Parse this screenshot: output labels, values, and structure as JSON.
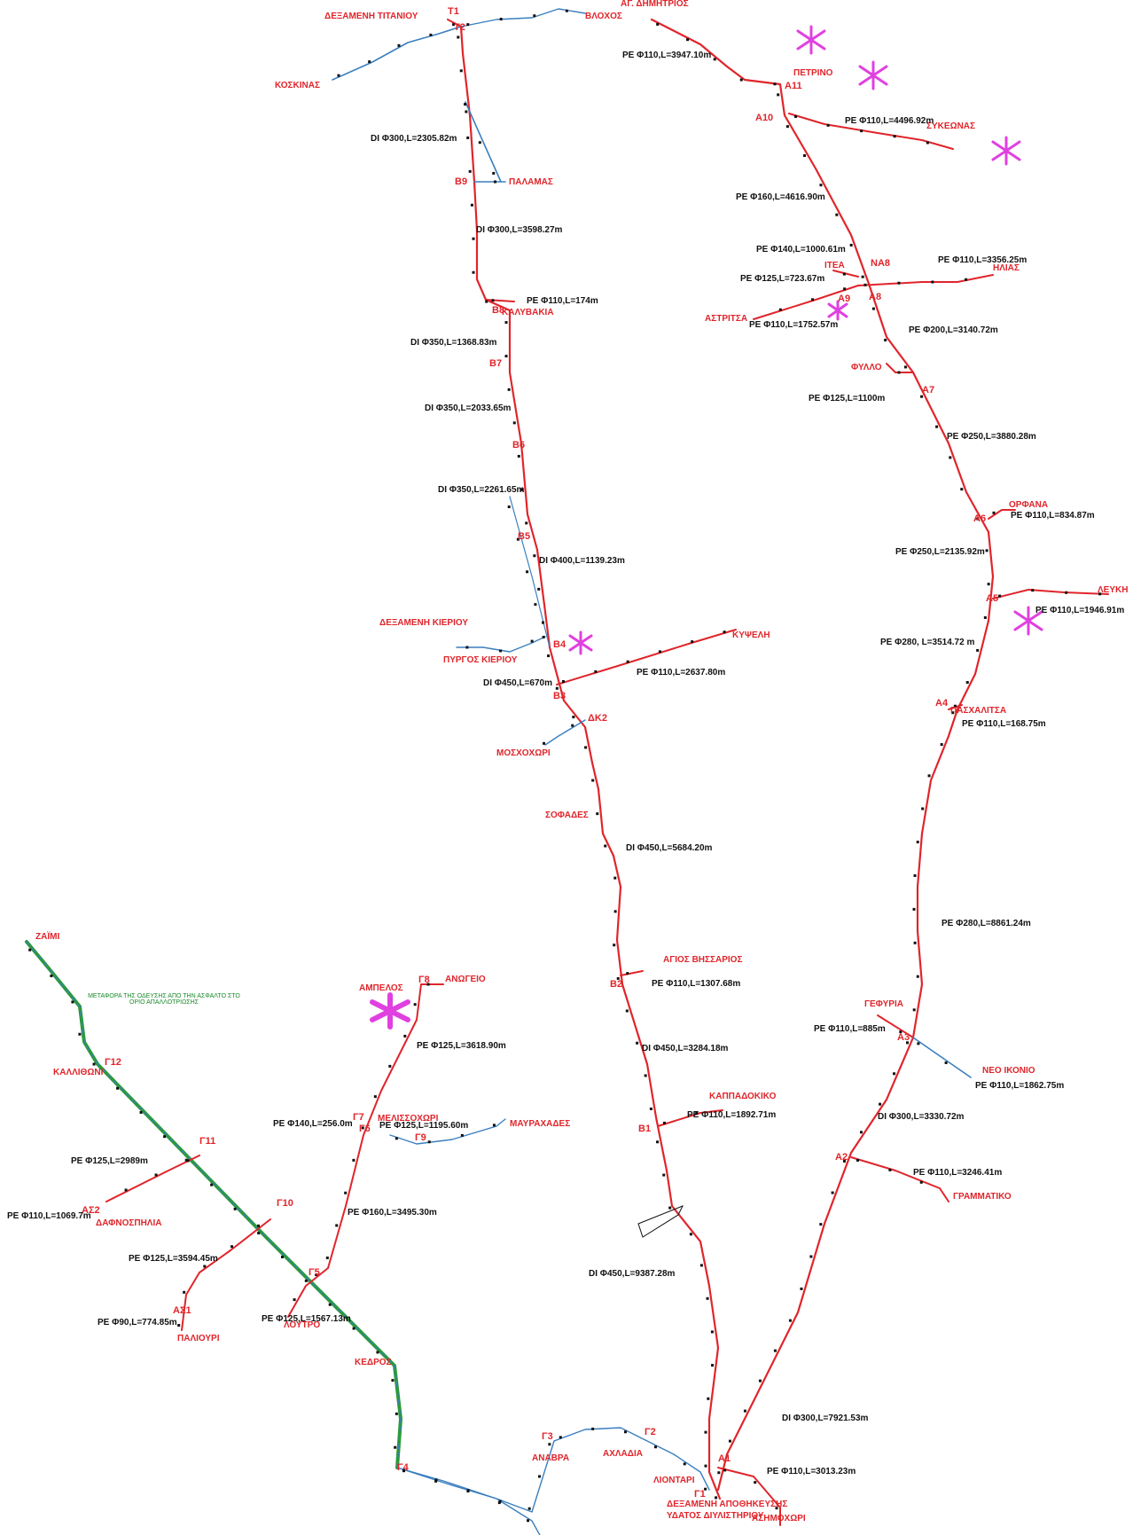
{
  "colors": {
    "pipe": "#e0252b",
    "pipe_secondary": "#3a7fbf",
    "relocation": "#2a9a35",
    "marker": "#e040e0",
    "text": "#111111",
    "label": "#e0252b"
  },
  "places": {
    "titanios_tank": "ΔΕΞΑΜΕΝΗ ΤΙΤΑΝΙΟΥ",
    "vlochos": "ΒΛΟΧΟΣ",
    "kosikinas": "ΚΟΣΚΙΝΑΣ",
    "palamas": "ΠΑΛΑΜΑΣ",
    "kalyvakia": "ΚΑΛΥΒΑΚΙΑ",
    "ag_dimitrios": "ΑΓ. ΔΗΜΗΤΡΙΟΣ",
    "petrino": "ΠΕΤΡΙΝΟ",
    "sykeonas": "ΣΥΚΕΩΝΑΣ",
    "itea": "ΙΤΕΑ",
    "ilias": "ΗΛΙΑΣ",
    "astritsa": "ΑΣΤΡΙΤΣΑ",
    "fyllo": "ΦΥΛΛΟ",
    "orfana": "ΟΡΦΑΝΑ",
    "lefki": "ΛΕΥΚΗ",
    "paschalitsa": "ΠΑΣΧΑΛΙΤΣΑ",
    "kierio_tank": "ΔΕΞΑΜΕΝΗ ΚΙΕΡΙΟΥ",
    "pyrgos_kieriou": "ΠΥΡΓΟΣ ΚΙΕΡΙΟΥ",
    "kypseli": "ΚΥΨΕΛΗ",
    "moschochori": "ΜΟΣΧΟΧΩΡΙ",
    "sofades": "ΣΟΦΑΔΕΣ",
    "agios_visarios": "ΑΓΙΟΣ ΒΗΣΣΑΡΙΟΣ",
    "kappadokiko": "ΚΑΠΠΑΔΟΚΙΚΟ",
    "gefyria": "ΓΕΦΥΡΙΑ",
    "neo_ikonio": "ΝΕΟ ΙΚΟΝΙΟ",
    "grammatiko": "ΓΡΑΜΜΑΤΙΚΟ",
    "zaimi": "ΖΑΪΜΙ",
    "kallithoni": "ΚΑΛΛΙΘΩΝΙ",
    "ampelos": "ΑΜΠΕΛΟΣ",
    "anogeio": "ΑΝΩΓΕΙΟ",
    "melissochori": "ΜΕΛΙΣΣΟΧΩΡΙ",
    "mavrachades": "ΜΑΥΡΑΧΑΔΕΣ",
    "dafnospilia": "ΔΑΦΝΟΣΠΗΛΙΑ",
    "loutro": "ΛΟΥΤΡΟ",
    "paliouri": "ΠΑΛΙΟΥΡΙ",
    "kedros": "ΚΕΔΡΟΣ",
    "anavra": "ΑΝΑΒΡΑ",
    "achladia": "ΑΧΛΑΔΙΑ",
    "liontari": "ΛΙΟΝΤΑΡΙ",
    "storage_tank_line1": "ΔΕΞΑΜΕΝΗ ΑΠΟΘΗΚΕΥΣΗΣ",
    "storage_tank_line2": "ΥΔΑΤΟΣ ΔΙΥΛΙΣΤΗΡΙΟΥ",
    "asimochori": "ΑΣΗΜΟΧΩΡΙ"
  },
  "nodes": {
    "t1": "T1",
    "t2": "T2",
    "b9": "B9",
    "b8": "B8",
    "b7": "B7",
    "b6": "B6",
    "b5": "B5",
    "b4": "B4",
    "b3": "B3",
    "b2": "B2",
    "b1": "B1",
    "dk2": "ΔΚ2",
    "a11": "A11",
    "a10": "A10",
    "na8": "NA8",
    "a9": "A9",
    "a8": "A8",
    "a7": "A7",
    "a6": "A6",
    "a5": "A5",
    "a4": "A4",
    "a3": "A3",
    "a2": "A2",
    "a1": "A1",
    "g1": "Γ1",
    "g2": "Γ2",
    "g3": "Γ3",
    "g4": "Γ4",
    "g5": "Γ5",
    "g6": "Γ6",
    "g7": "Γ7",
    "g8": "Γ8",
    "g9": "Γ9",
    "g10": "Γ10",
    "g11": "Γ11",
    "g12": "Γ12",
    "as1": "ΑΣ1",
    "as2": "ΑΣ2"
  },
  "pipes": {
    "b_titan_b9": "DI Φ300,L=2305.82m",
    "b_b9_b8": "DI Φ300,L=3598.27m",
    "b_kalyvakia": "PE Φ110,L=174m",
    "b_b8_b7": "DI Φ350,L=1368.83m",
    "b_b7_b6": "DI Φ350,L=2033.65m",
    "b_b6_b5": "DI Φ350,L=2261.65m",
    "b_b5_b4": "DI Φ400,L=1139.23m",
    "b_b4_b3": "DI Φ450,L=670m",
    "b_kypseli": "PE Φ110,L=2637.80m",
    "b_sofades": "DI Φ450,L=5684.20m",
    "b_agios_vis": "PE Φ110,L=1307.68m",
    "b_b2_b1": "DI Φ450,L=3284.18m",
    "b_kappadokiko": "PE Φ110,L=1892.71m",
    "b_b1_tank": "DI Φ450,L=9387.28m",
    "a_ag_dim": "PE Φ110,L=3947.10m",
    "a_sykeonas": "PE Φ110,L=4496.92m",
    "a_a10_na8": "PE Φ160,L=4616.90m",
    "a_na8_itea": "PE Φ140,L=1000.61m",
    "a_ilias": "PE Φ110,L=3356.25m",
    "a_itea": "PE Φ125,L=723.67m",
    "a_astritsa": "PE Φ110,L=1752.57m",
    "a_a8_a7": "PE Φ200,L=3140.72m",
    "a_fyllo": "PE Φ125,L=1100m",
    "a_a7_a6": "PE Φ250,L=3880.28m",
    "a_orfana": "PE Φ110,L=834.87m",
    "a_a6_a5": "PE Φ250,L=2135.92m",
    "a_lefki": "PE Φ110,L=1946.91m",
    "a_a5_a4": "PE Φ280, L=3514.72 m",
    "a_paschalitsa": "PE Φ110,L=168.75m",
    "a_a4_a3": "PE Φ280,L=8861.24m",
    "a_gefyria": "PE Φ110,L=885m",
    "a_neo_ikonio": "PE Φ110,L=1862.75m",
    "a_a3_a2": "DI Φ300,L=3330.72m",
    "a_grammatiko": "PE Φ110,L=3246.41m",
    "a_a2_a1": "DI Φ300,L=7921.53m",
    "a_asimochori": "PE Φ110,L=3013.23m",
    "g_anogeio": "PE Φ125,L=3618.90m",
    "g_melissochori": "PE Φ140,L=256.0m",
    "g_mavrachades": "PE Φ125,L=1195.60m",
    "g_kallithoni": "PE Φ125,L=2989m",
    "g_dafnospilia": "PE Φ110,L=1069.7m",
    "g_g5_g6": "PE Φ160,L=3495.30m",
    "g_paliouri_branch": "PE Φ125,L=3594.45m",
    "g_paliouri": "PE Φ90,L=774.85m",
    "g_loutro": "PE Φ125,L=1567.13m"
  },
  "note": "ΜΕΤΑΦΟΡΑ ΤΗΣ ΟΔΕΥΣΗΣ ΑΠΟ ΤΗΝ ΑΣΦΑΛΤΟ ΣΤΟ ΟΡΙΟ ΑΠΑΛΛΟΤΡΙΩΣΗΣ",
  "icons": {
    "marker": "asterisk-marker-icon",
    "junction": "junction-dot-icon"
  }
}
